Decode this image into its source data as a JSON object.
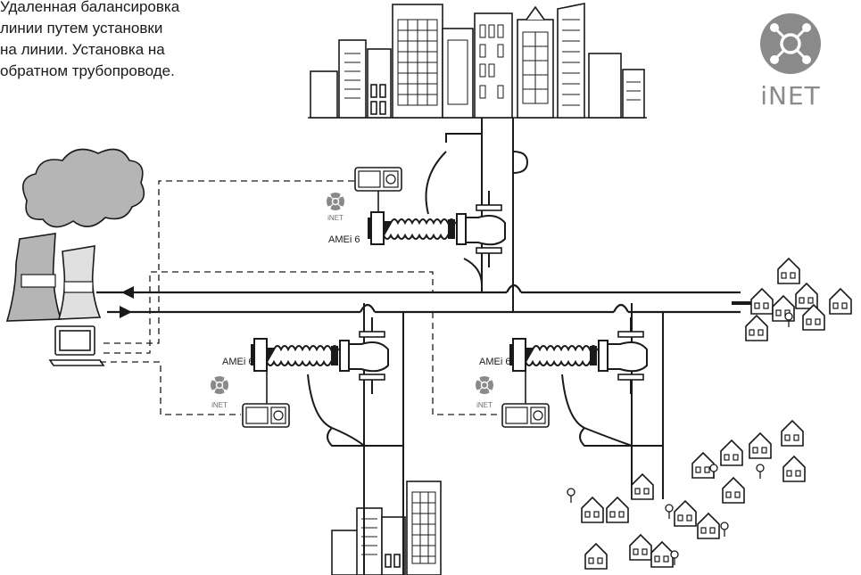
{
  "caption": {
    "lines": [
      "Удаленная балансировка",
      "линии путем установки",
      "на линии. Установка на",
      "обратном трубопроводе."
    ]
  },
  "brand": {
    "label": "iNET",
    "icon": "network-hub-icon"
  },
  "actuators": [
    {
      "label": "AMEi 6",
      "badge": "iNET"
    },
    {
      "label": "AMEi 6",
      "badge": "iNET"
    },
    {
      "label": "AMEi 6",
      "badge": "iNET"
    }
  ],
  "colors": {
    "line": "#1a1a1a",
    "icon": "#8a8a8a",
    "shade": "#b5b5b5"
  }
}
